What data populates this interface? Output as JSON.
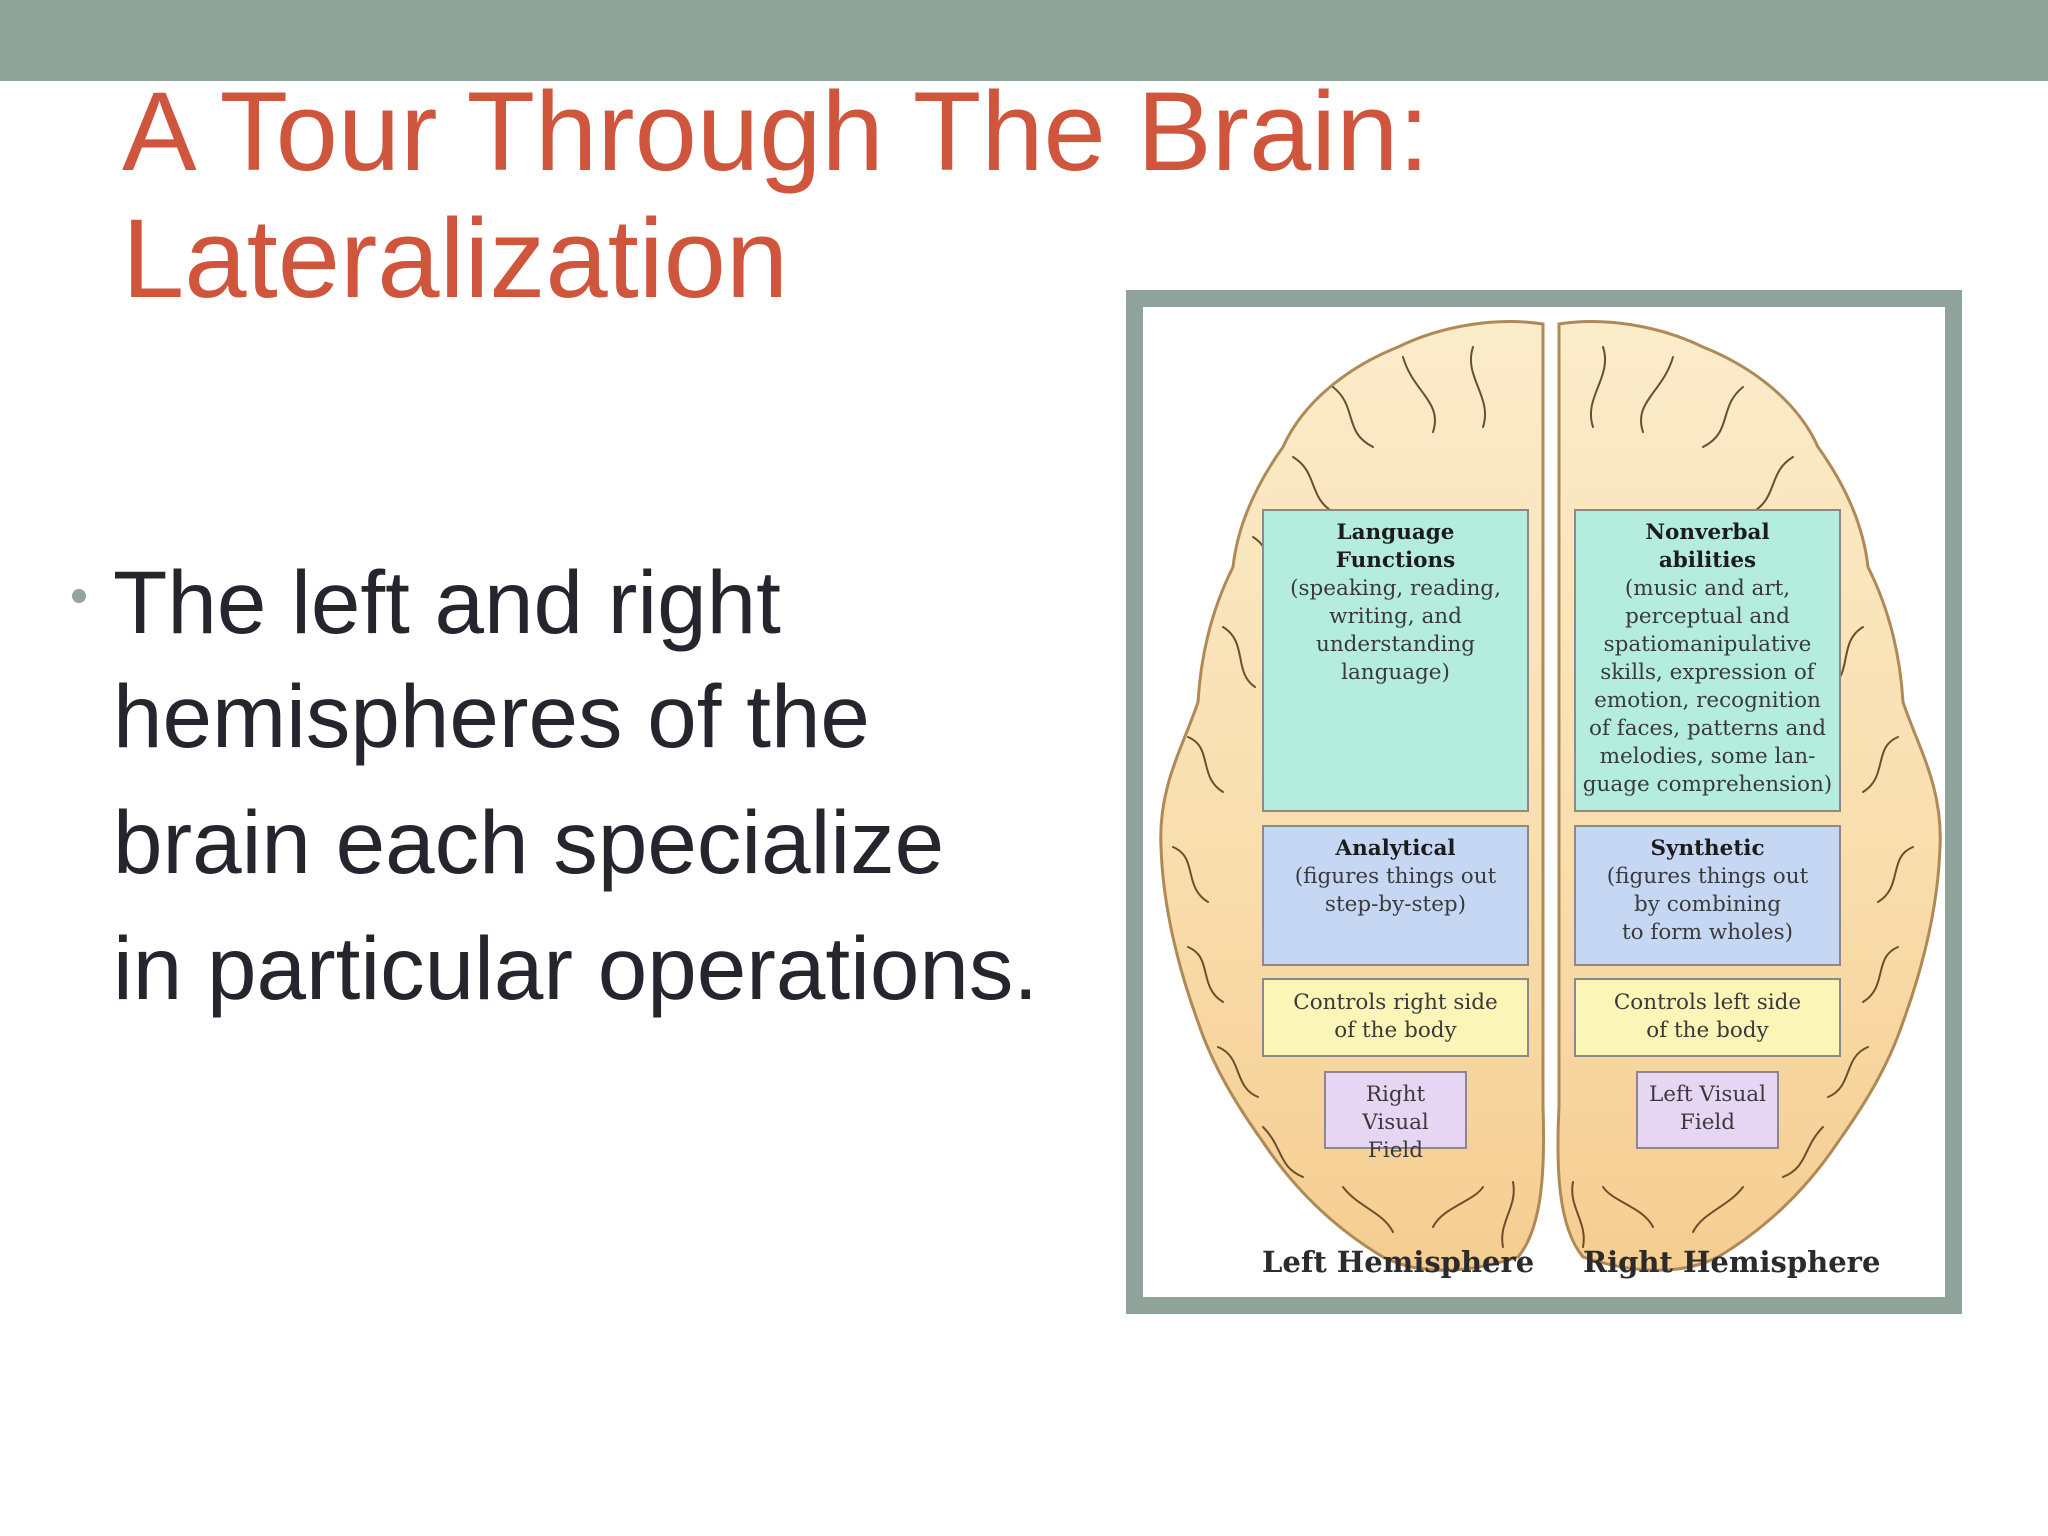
{
  "slide": {
    "title_lines": [
      "A Tour Through The Brain:",
      "Lateralization"
    ],
    "bullet_lines": [
      "The left and right",
      "hemispheres of the",
      "brain each specialize",
      "in particular operations."
    ]
  },
  "figure": {
    "left_hemisphere": {
      "label": "Left Hemisphere",
      "language": {
        "head_lines": [
          "Language",
          "Functions"
        ],
        "body_lines": [
          "(speaking, reading,",
          "writing, and",
          "understanding",
          "language)"
        ]
      },
      "processing": {
        "head_lines": [
          "Analytical"
        ],
        "body_lines": [
          "(figures things out",
          "step-by-step)"
        ]
      },
      "body_control": {
        "lines": [
          "Controls right side",
          "of the body"
        ]
      },
      "visual_field": {
        "lines": [
          "Right Visual",
          "Field"
        ]
      }
    },
    "right_hemisphere": {
      "label": "Right Hemisphere",
      "nonverbal": {
        "head_lines": [
          "Nonverbal",
          "abilities"
        ],
        "body_lines": [
          "(music and art,",
          "perceptual and",
          "spatiomanipulative",
          "skills, expression of",
          "emotion, recognition",
          "of faces, patterns and",
          "melodies, some lan-",
          "guage comprehension)"
        ]
      },
      "processing": {
        "head_lines": [
          "Synthetic"
        ],
        "body_lines": [
          "(figures things out",
          "by combining",
          "to form wholes)"
        ]
      },
      "body_control": {
        "lines": [
          "Controls left side",
          "of the body"
        ]
      },
      "visual_field": {
        "lines": [
          "Left Visual",
          "Field"
        ]
      }
    }
  },
  "colors": {
    "title": "#d0553d",
    "bar": "#8fa39a",
    "bullet_text": "#25252e",
    "language_box": "#b4ecde",
    "processing_box": "#c6d7f4",
    "body_control_box": "#fbf5b8",
    "visual_field_box": "#e7d6f3"
  }
}
